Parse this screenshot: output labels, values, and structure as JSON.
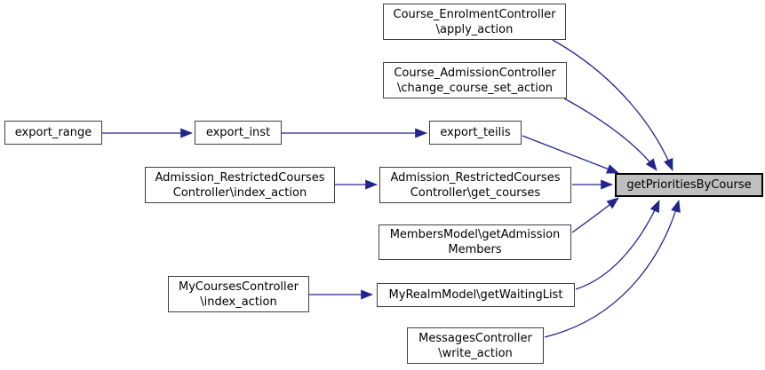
{
  "diagram": {
    "kind": "doxygen-call-graph",
    "target_function": "getPrioritiesByCourse",
    "colors": {
      "bg": "#ffffff",
      "edge": "#24248f",
      "node_fill": "#ffffff",
      "node_border": "#404040",
      "target_fill": "#bfbfbf",
      "target_border": "#000000",
      "text": "#000000"
    },
    "nodes": {
      "course_enrolment_apply": {
        "line1": "Course_EnrolmentController",
        "line2": "\\apply_action"
      },
      "course_admission_change": {
        "line1": "Course_AdmissionController",
        "line2": "\\change_course_set_action"
      },
      "export_range": {
        "label": "export_range"
      },
      "export_inst": {
        "label": "export_inst"
      },
      "export_teilis": {
        "label": "export_teilis"
      },
      "admission_restricted_index": {
        "line1": "Admission_RestrictedCourses",
        "line2": "Controller\\index_action"
      },
      "admission_restricted_get": {
        "line1": "Admission_RestrictedCourses",
        "line2": "Controller\\get_courses"
      },
      "members_get_admission": {
        "line1": "MembersModel\\getAdmission",
        "line2": "Members"
      },
      "mycourses_index": {
        "line1": "MyCoursesController",
        "line2": "\\index_action"
      },
      "myrealm_get_waiting_list": {
        "label": "MyRealmModel\\getWaitingList"
      },
      "messages_write": {
        "line1": "MessagesController",
        "line2": "\\write_action"
      },
      "target": {
        "label": "getPrioritiesByCourse"
      }
    },
    "edges": [
      {
        "from": "export_range",
        "to": "export_inst"
      },
      {
        "from": "export_inst",
        "to": "export_teilis"
      },
      {
        "from": "export_teilis",
        "to": "getPrioritiesByCourse"
      },
      {
        "from": "Course_EnrolmentController\\apply_action",
        "to": "getPrioritiesByCourse"
      },
      {
        "from": "Course_AdmissionController\\change_course_set_action",
        "to": "getPrioritiesByCourse"
      },
      {
        "from": "Admission_RestrictedCoursesController\\index_action",
        "to": "Admission_RestrictedCoursesController\\get_courses"
      },
      {
        "from": "Admission_RestrictedCoursesController\\get_courses",
        "to": "getPrioritiesByCourse"
      },
      {
        "from": "MembersModel\\getAdmissionMembers",
        "to": "getPrioritiesByCourse"
      },
      {
        "from": "MyCoursesController\\index_action",
        "to": "MyRealmModel\\getWaitingList"
      },
      {
        "from": "MyRealmModel\\getWaitingList",
        "to": "getPrioritiesByCourse"
      },
      {
        "from": "MessagesController\\write_action",
        "to": "getPrioritiesByCourse"
      }
    ]
  }
}
